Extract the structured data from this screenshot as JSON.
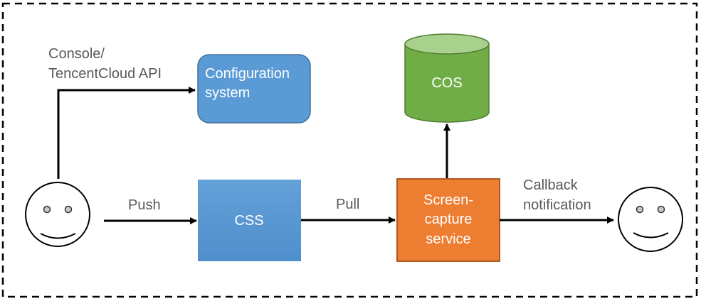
{
  "diagram": {
    "colors": {
      "blue_fill": "#5b9bd5",
      "blue_stroke": "#41719c",
      "green_fill": "#70ad47",
      "green_top": "#a9d18e",
      "green_stroke": "#507e32",
      "orange_fill": "#ed7d31",
      "orange_stroke": "#ae5a21",
      "label_text": "#595959",
      "eye_fill": "#c8c8c8"
    },
    "nodes": {
      "config": {
        "line1": "Configuration",
        "line2": "system"
      },
      "cos": {
        "label": "COS"
      },
      "css": {
        "label": "CSS"
      },
      "screen_capture": {
        "line1": "Screen-",
        "line2": "capture",
        "line3": "service"
      }
    },
    "edges": {
      "console_api": {
        "line1": "Console/",
        "line2": "TencentCloud API"
      },
      "push": {
        "label": "Push"
      },
      "pull": {
        "label": "Pull"
      },
      "callback": {
        "line1": "Callback",
        "line2": "notification"
      }
    },
    "actors": {
      "left_user": "user-smiley-icon",
      "right_user": "user-smiley-icon"
    }
  }
}
